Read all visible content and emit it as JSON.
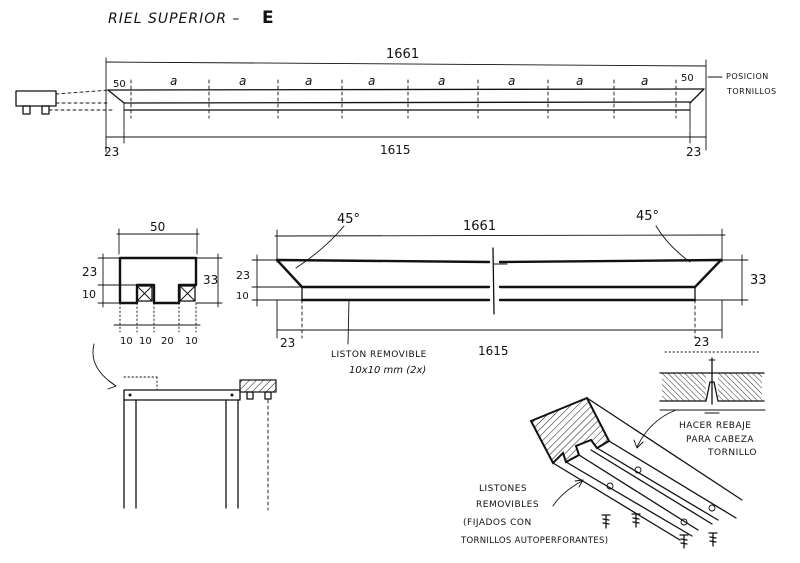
{
  "title": "RIEL SUPERIOR –",
  "title_letter": "E",
  "top_view": {
    "total_length": "1661",
    "end_offset": "50",
    "spacing_label": "a",
    "spacing_count": 8,
    "inner_length": "1615",
    "side_offset": "23",
    "note_line1": "POSICION",
    "note_line2": "TORNILLOS"
  },
  "section": {
    "width": "50",
    "top_height": "23",
    "bottom_height": "10",
    "total_height": "33",
    "bottom_widths": [
      "10",
      "10",
      "20",
      "10"
    ]
  },
  "elevation": {
    "angle": "45°",
    "total_length": "1661",
    "inner_length": "1615",
    "side_offset": "23",
    "top_height": "23",
    "bottom_height": "10",
    "total_height": "33",
    "label_line1": "LISTON REMOVIBLE",
    "label_line2": "10x10 mm (2x)"
  },
  "perspective": {
    "rebate_line1": "HACER REBAJE",
    "rebate_line2": "PARA CABEZA",
    "rebate_line3": "TORNILLO",
    "strips_line1": "LISTONES",
    "strips_line2": "REMOVIBLES",
    "strips_line3": "(FIJADOS CON",
    "strips_line4": "TORNILLOS AUTOPERFORANTES)"
  }
}
